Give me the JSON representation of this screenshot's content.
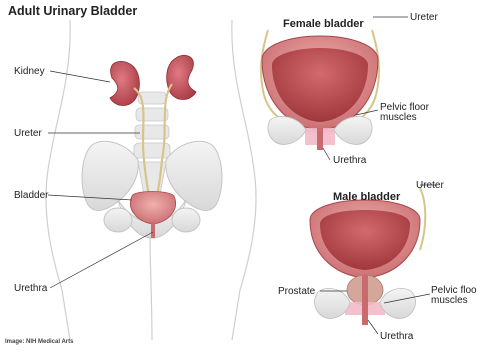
{
  "title": "Adult Urinary Bladder",
  "panels": {
    "female": {
      "title": "Female bladder"
    },
    "male": {
      "title": "Male bladder"
    }
  },
  "labels": {
    "kidney": "Kidney",
    "ureter_left": "Ureter",
    "bladder": "Bladder",
    "urethra_left": "Urethra",
    "female_ureter": "Ureter",
    "female_pelvic_floor_line1": "Pelvic floor",
    "female_pelvic_floor_line2": "muscles",
    "female_urethra": "Urethra",
    "male_ureter": "Ureter",
    "male_prostate": "Prostate",
    "male_pelvic_floor_line1": "Pelvic floor",
    "male_pelvic_floor_line2": "muscles",
    "male_urethra": "Urethra"
  },
  "credit": "Image: NIH Medical Arts",
  "colors": {
    "bladder_outer": "#d98a8c",
    "bladder_inner": "#b8494e",
    "kidney": "#c5505a",
    "ureter": "#d8c48a",
    "bone": "#e6e6e6",
    "muscle": "#f2c6d8",
    "prostate": "#d4a79a",
    "body_outline": "#cccccc"
  }
}
